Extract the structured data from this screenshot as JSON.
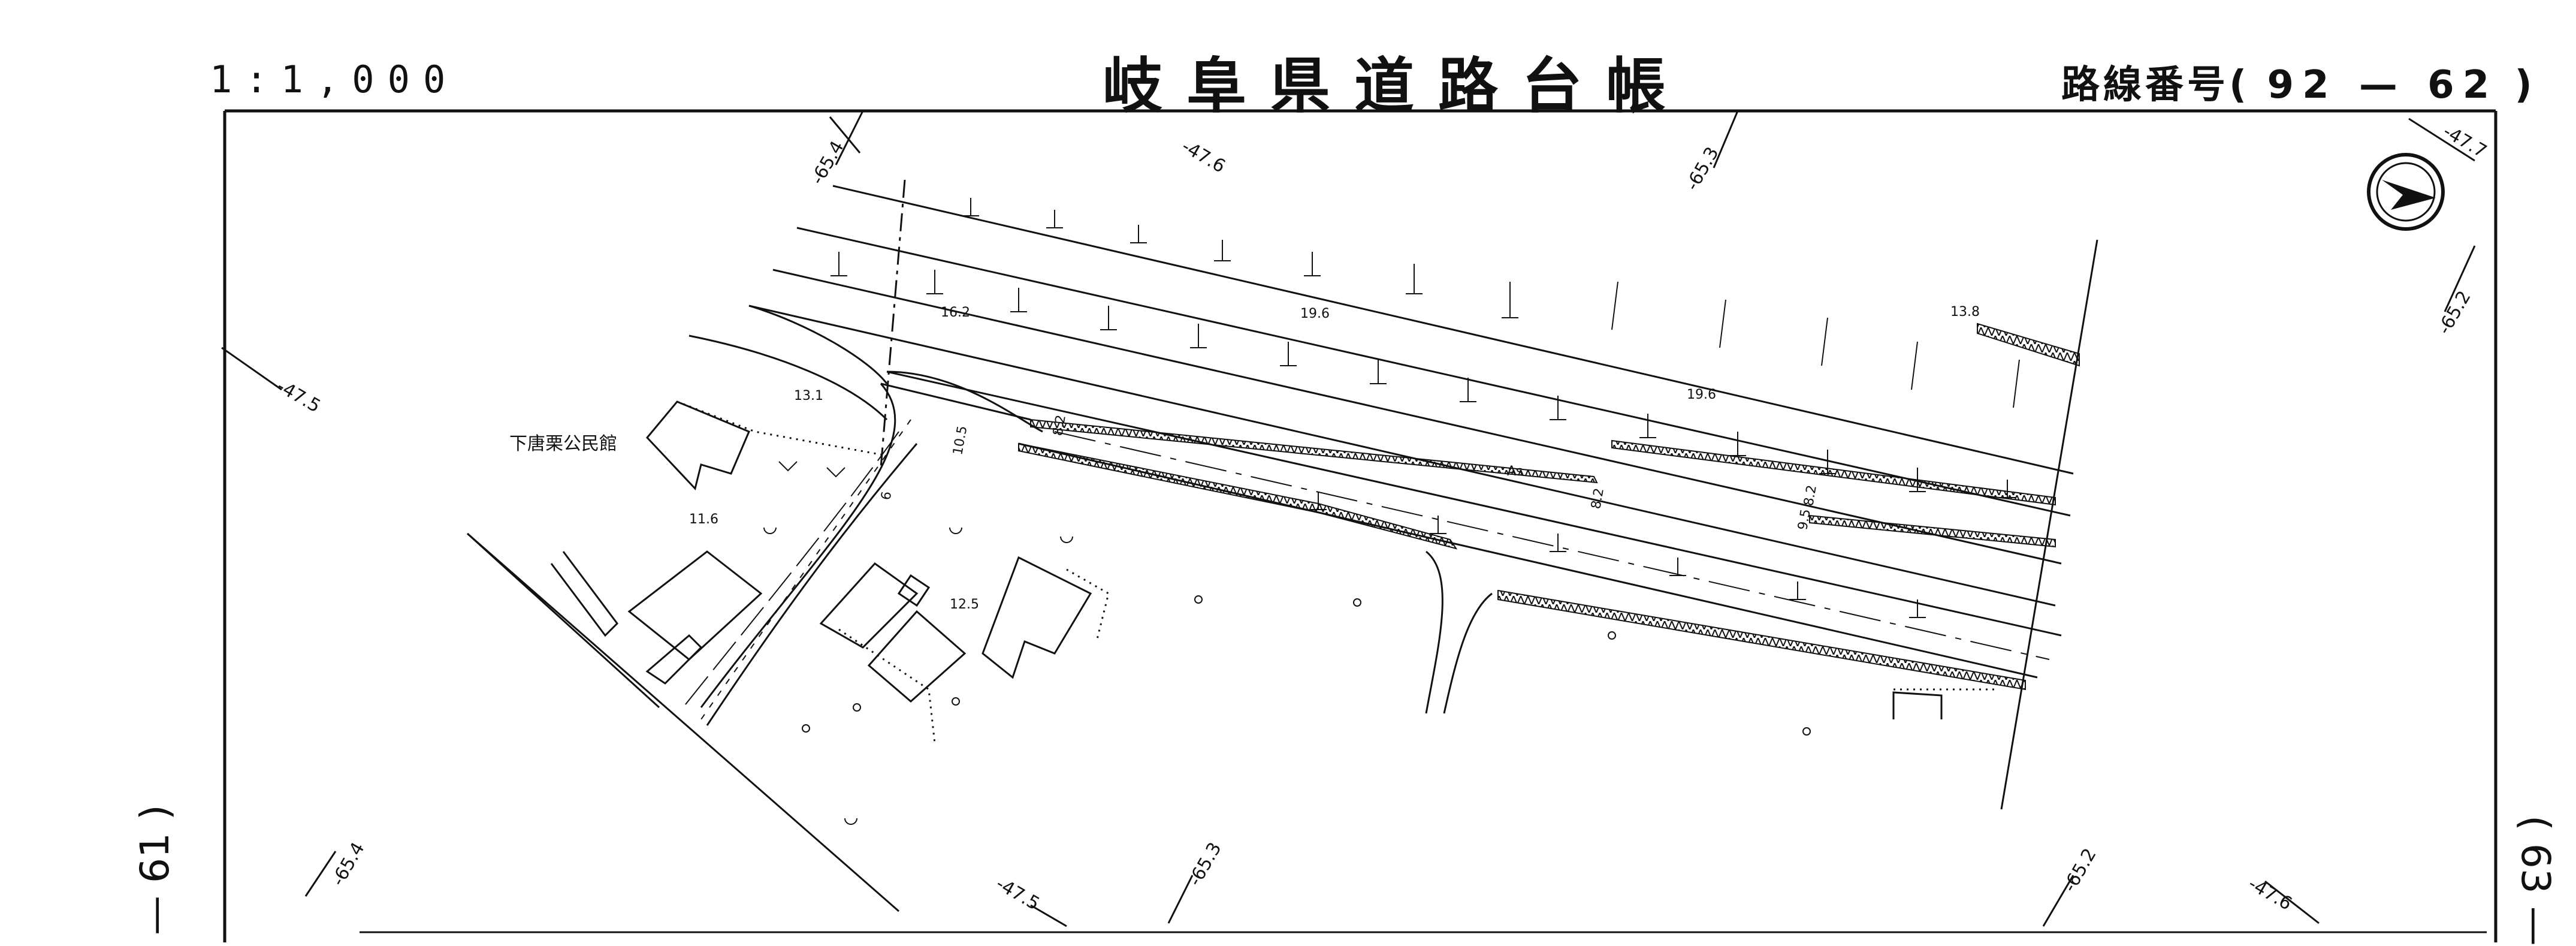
{
  "header": {
    "scale": "1:1,000",
    "title": "岐阜県道路台帳",
    "route_label": "路線番号(",
    "route_number": "92 — 62",
    "route_close": ")"
  },
  "side_refs": {
    "left": "— 61 )",
    "right": "( 63 —"
  },
  "map": {
    "building_label": "下唐栗公民館",
    "surface_label": "As",
    "grid_coords": [
      "-65.4",
      "-47.6",
      "-65.3",
      "-47.7",
      "-47.5",
      "-65.2",
      "-65.4",
      "-47.5",
      "-65.3",
      "-65.2",
      "-47.6"
    ],
    "elevations": [
      "16.2",
      "19.6",
      "13.8",
      "13.1",
      "19.6",
      "11.6",
      "12.5"
    ],
    "road_widths": [
      "10.5",
      "8.2",
      "6",
      "8.2",
      "8.2",
      "9.5"
    ],
    "north_arrow": "north-arrow-icon",
    "colors": {
      "ink": "#111111",
      "paper": "#ffffff"
    }
  }
}
